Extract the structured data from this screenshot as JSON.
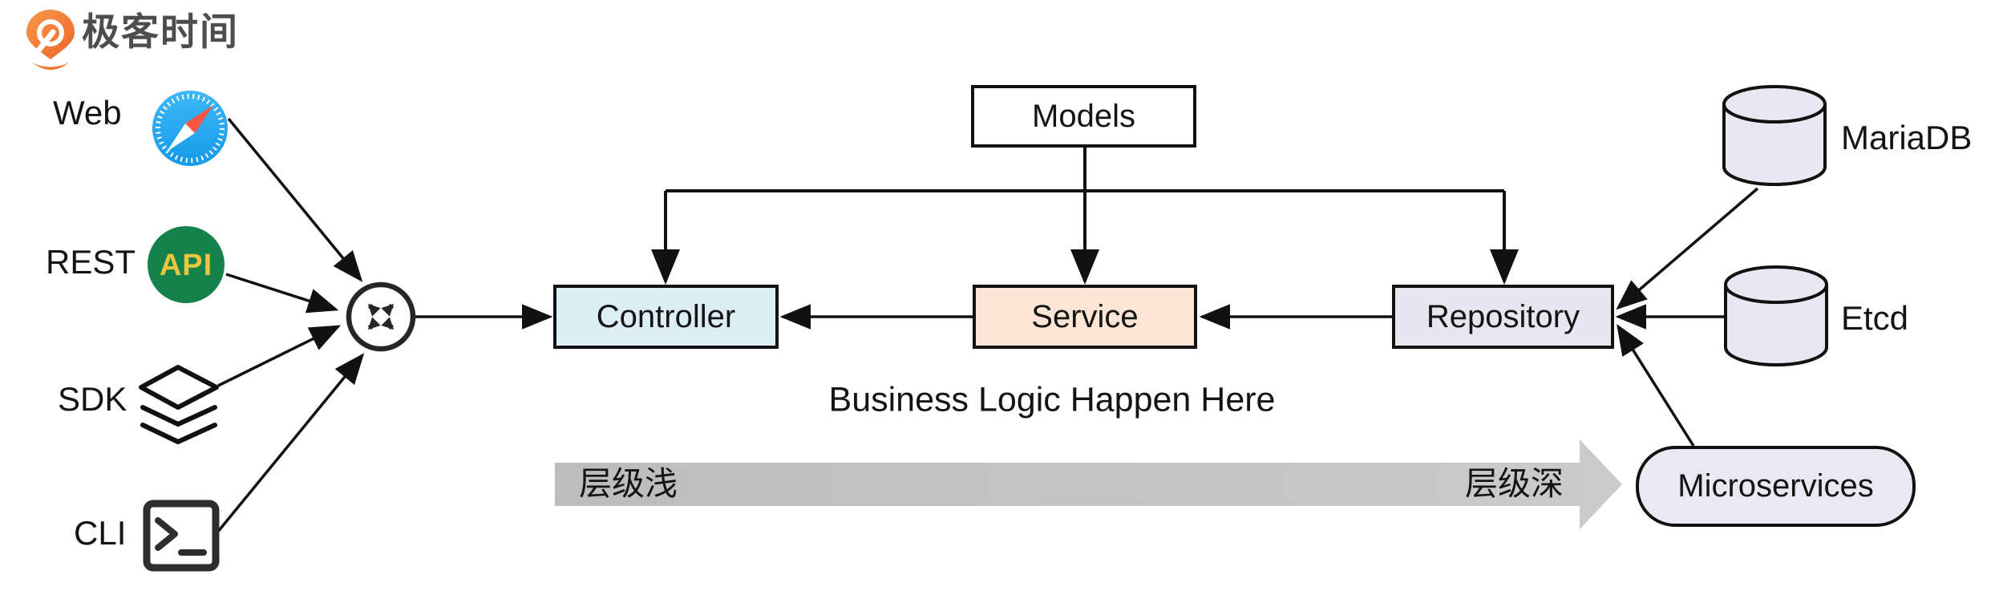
{
  "logo": {
    "text": "极客时间",
    "icon": "geektime-pin-icon"
  },
  "clients": [
    {
      "label": "Web",
      "icon": "safari-browser-icon"
    },
    {
      "label": "REST",
      "icon": "api-badge-icon",
      "icon_text": "API"
    },
    {
      "label": "SDK",
      "icon": "layers-stack-icon"
    },
    {
      "label": "CLI",
      "icon": "terminal-icon"
    }
  ],
  "hub": {
    "icon": "router-crossroads-icon"
  },
  "nodes": {
    "models": "Models",
    "controller": "Controller",
    "service": "Service",
    "repository": "Repository"
  },
  "datastores": {
    "mariadb": "MariaDB",
    "etcd": "Etcd",
    "microservices": "Microservices"
  },
  "annotations": {
    "business_logic": "Business Logic Happen Here",
    "depth_axis_left": "层级浅",
    "depth_axis_right": "层级深"
  },
  "colors": {
    "line_black": "#111111",
    "models_fill": "#ffffff",
    "controller_fill": "#ddedf4",
    "service_fill": "#fce5d5",
    "repository_fill": "#e7e6f0",
    "datastore_fill": "#e9e7f1",
    "microservices_fill": "#eae9f3",
    "level_arrow_gray": "#c2c2c2",
    "safari_blue": "#23a5f1",
    "safari_needle_red": "#ff3b30",
    "api_green": "#15814b",
    "api_yellow": "#e9c63b",
    "logo_orange": "#f26d21",
    "logo_text_gray": "#4d4d4d"
  }
}
